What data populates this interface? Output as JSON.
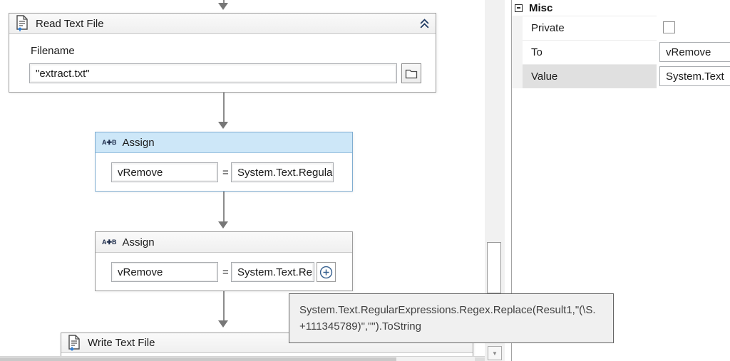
{
  "read": {
    "title": "Read Text File",
    "field_label": "Filename",
    "field_value": "\"extract.txt\""
  },
  "assign1": {
    "icon_label": "A✚B",
    "title": "Assign",
    "to": "vRemove",
    "eq": "=",
    "value": "System.Text.Regula"
  },
  "assign2": {
    "icon_label": "A✚B",
    "title": "Assign",
    "to": "vRemove",
    "eq": "=",
    "value": "System.Text.Re"
  },
  "write": {
    "title": "Write Text File"
  },
  "tooltip": {
    "line1": "System.Text.RegularExpressions.Regex.Replace(Result1,\"(\\S.",
    "line2": "+111345789)\",\"\").ToString"
  },
  "properties": {
    "section_title": "Misc",
    "private_label": "Private",
    "to_label": "To",
    "to_value": "vRemove",
    "value_label": "Value",
    "value_value": "System.Text"
  },
  "scrollbar": {
    "down_glyph": "▼"
  },
  "colors": {
    "selected_header": "#cde7f8",
    "accent_blue": "#2b7cd4",
    "connector_gray": "#8c8c8c",
    "selected_row": "#e0e0e0"
  }
}
